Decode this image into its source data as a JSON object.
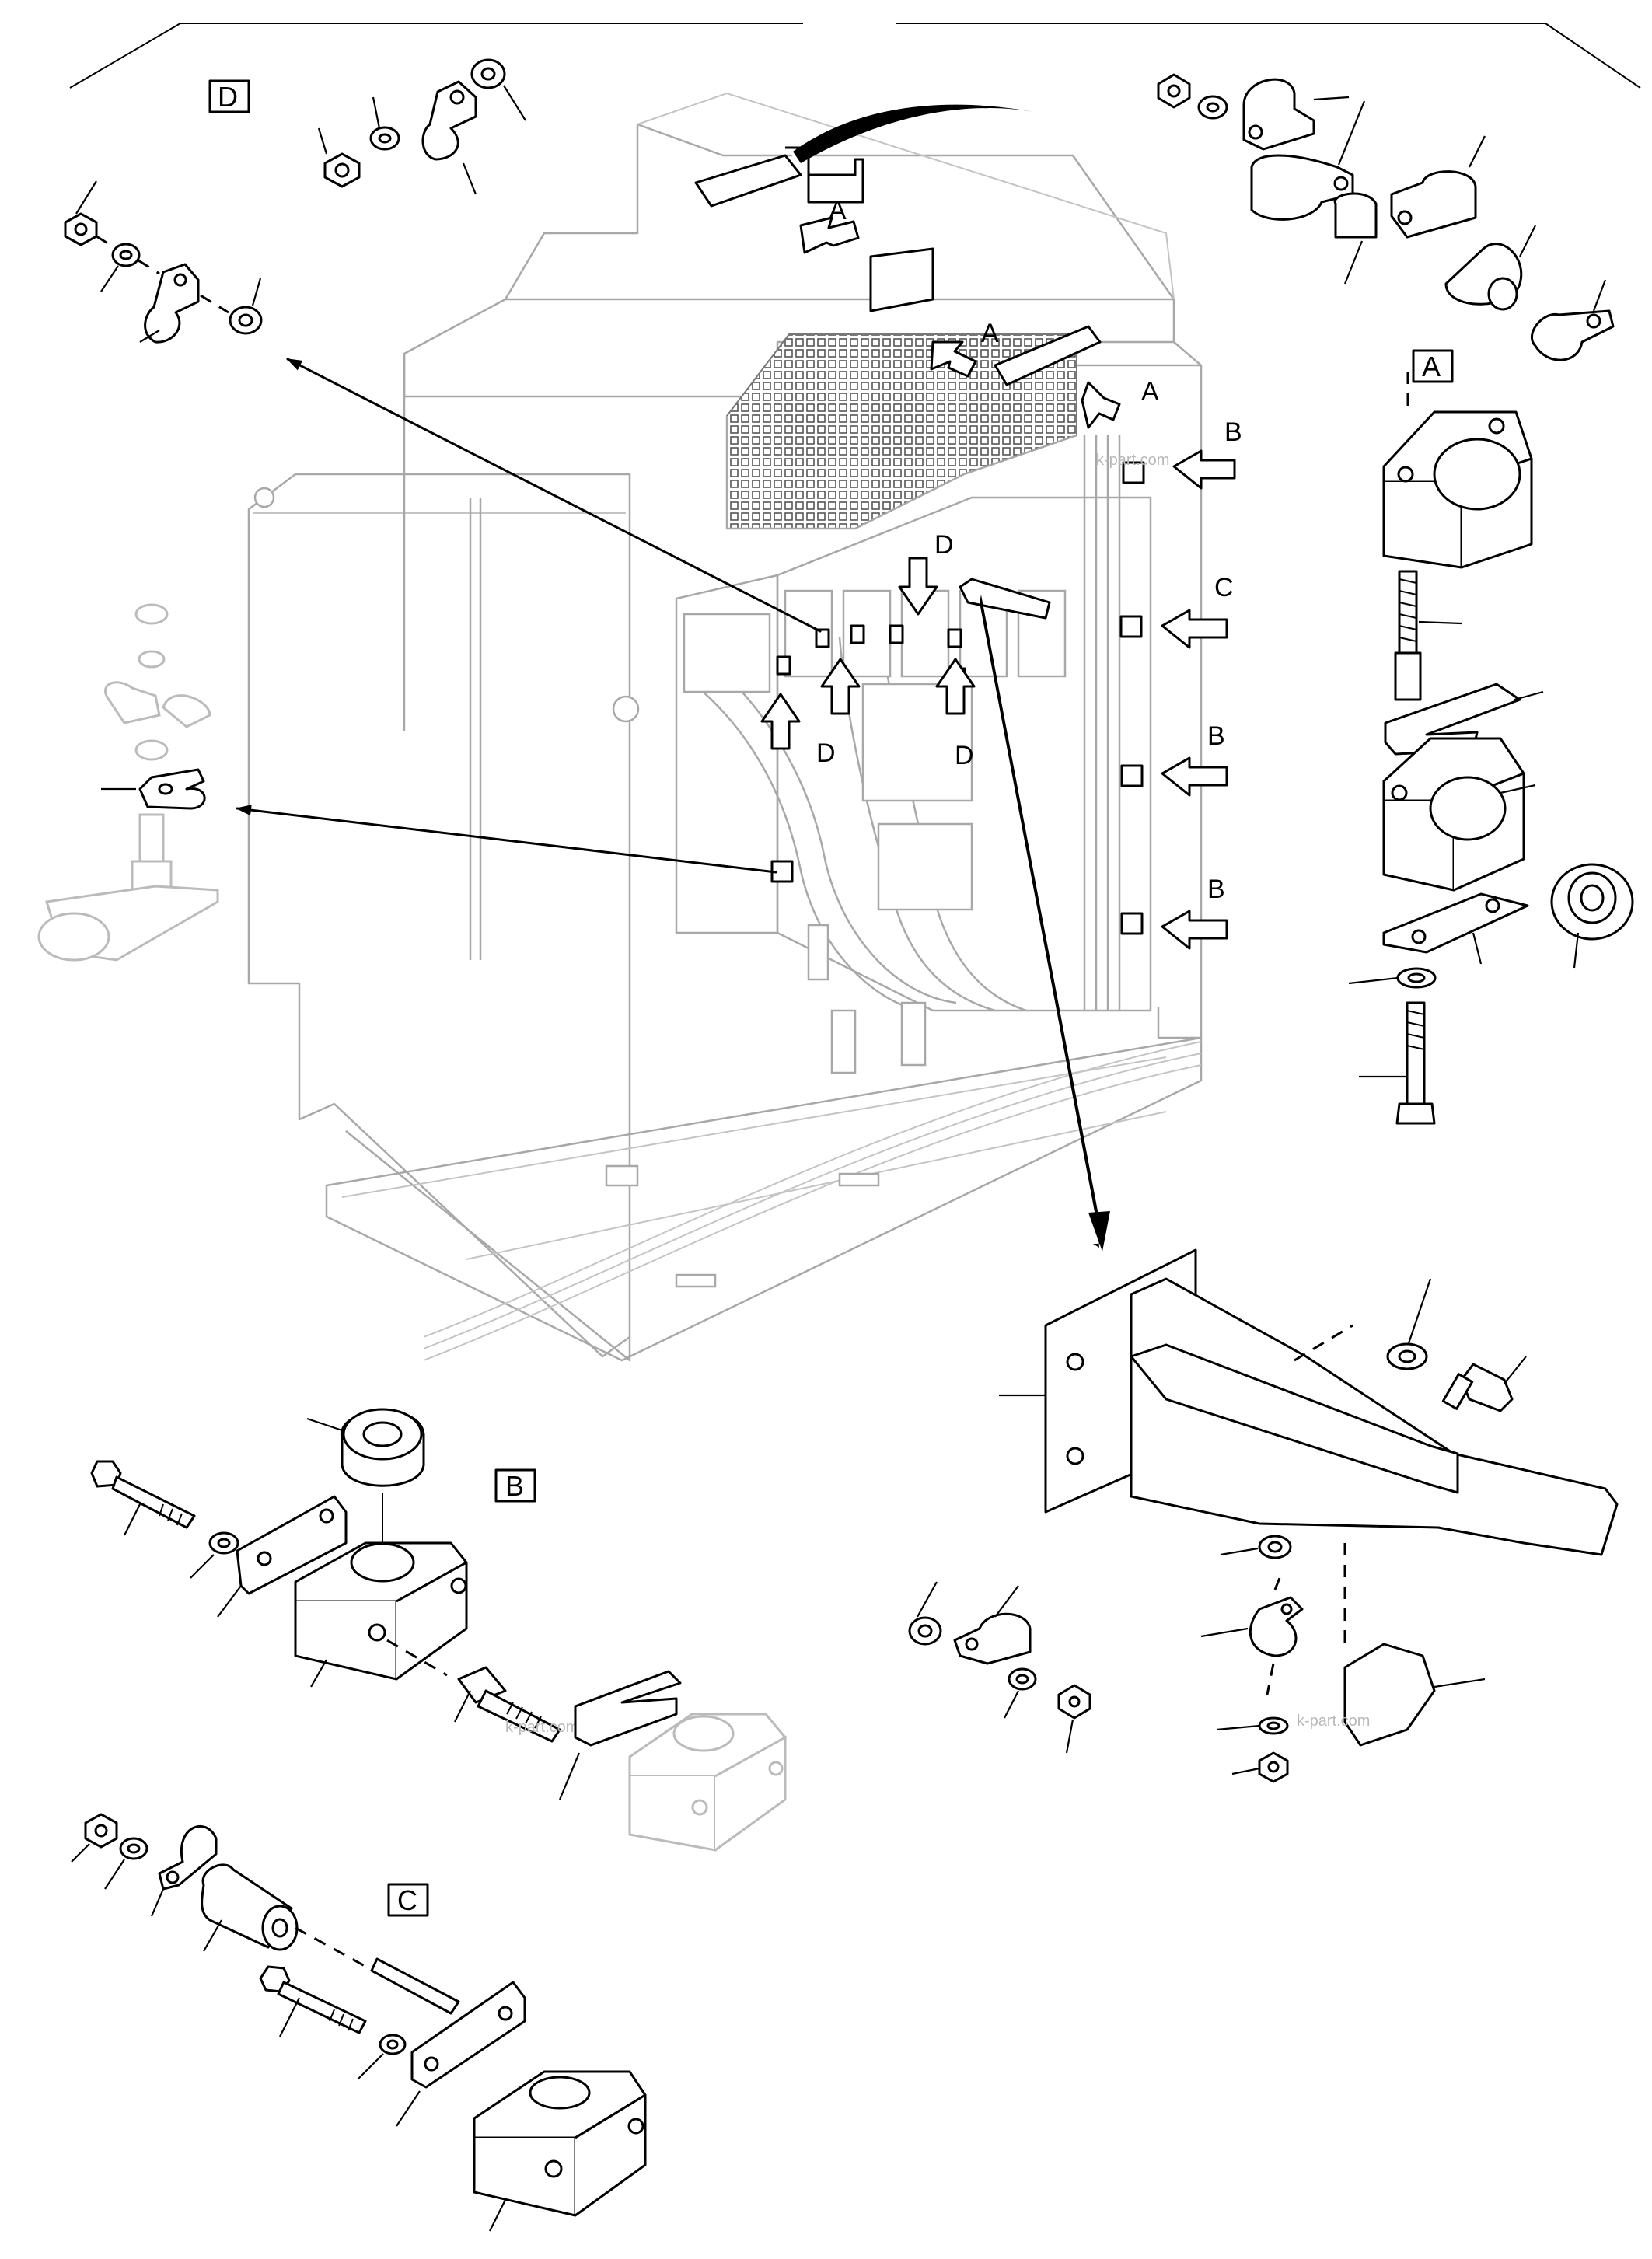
{
  "callouts": {
    "a1": "A",
    "a2": "A",
    "a3": "A",
    "b1": "B",
    "b2": "B",
    "b3": "B",
    "c1": "C",
    "d1": "D",
    "d2": "D",
    "d3": "D"
  },
  "detail_boxes": {
    "d": "D",
    "a": "A",
    "b": "B",
    "c": "C"
  },
  "watermarks": [
    "k-part.com",
    "k-part.com",
    "k-part.com"
  ]
}
